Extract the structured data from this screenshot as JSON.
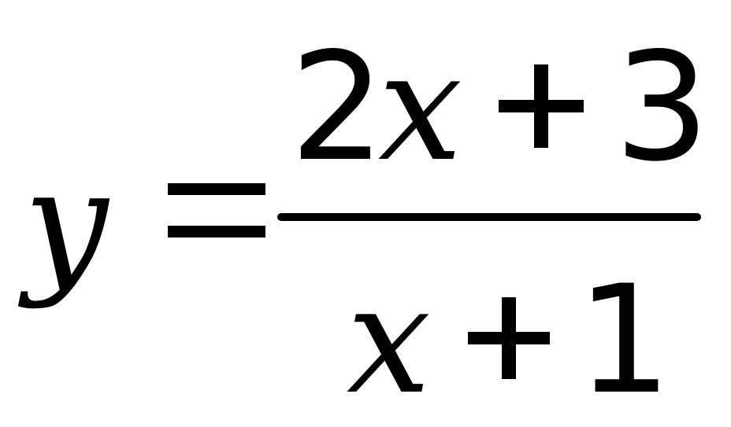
{
  "equation": {
    "lhs": "y",
    "equals": "=",
    "numerator": {
      "coefficient": "2",
      "variable": "x",
      "operator": "+",
      "constant": "3"
    },
    "denominator": {
      "variable": "x",
      "operator": "+",
      "constant": "1"
    }
  }
}
